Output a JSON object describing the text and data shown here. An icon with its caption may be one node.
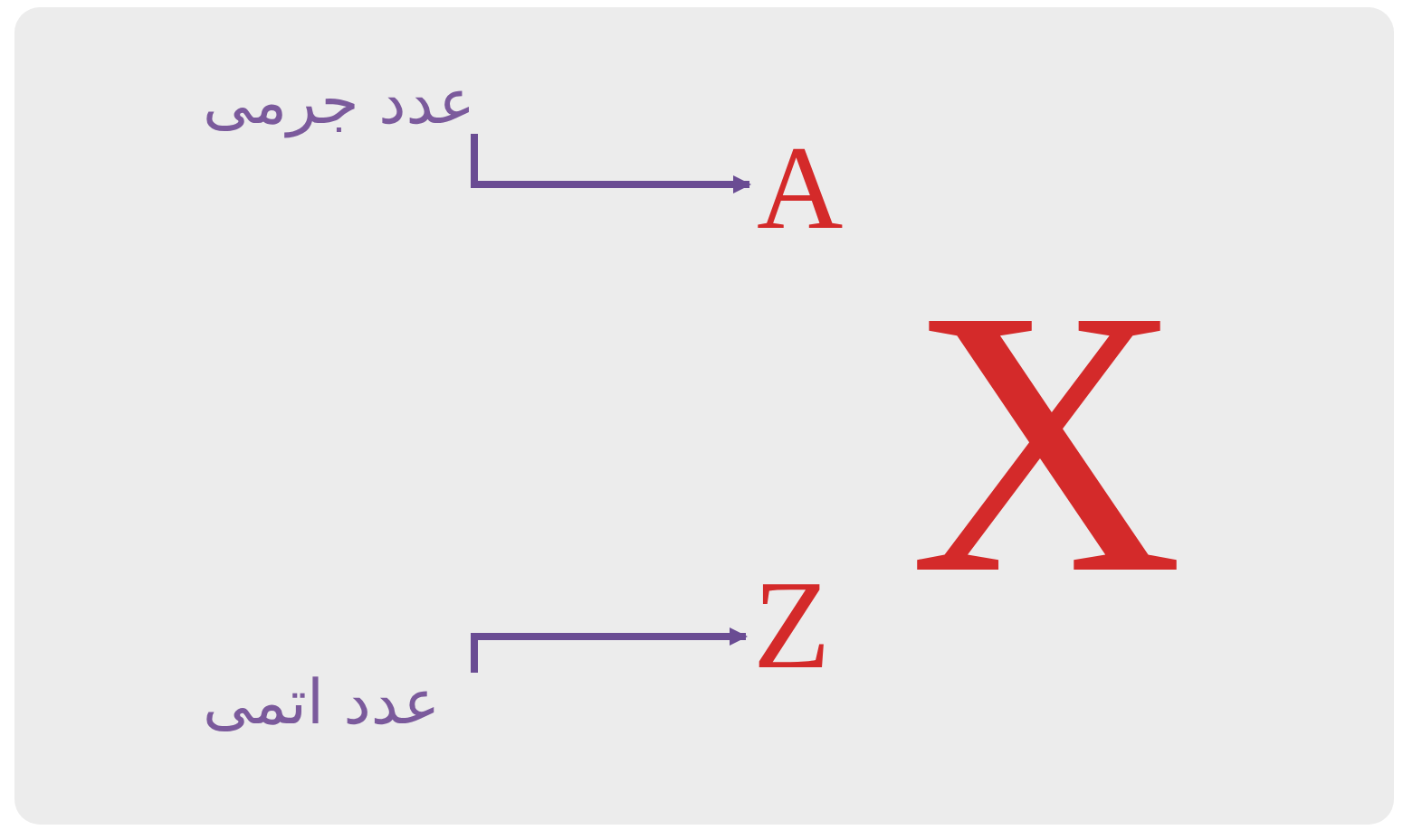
{
  "diagram": {
    "nodes": [
      {
        "text": [
          "عدد جرمی"
        ]
      },
      {
        "text": [
          "A"
        ]
      },
      {
        "text": [
          "X"
        ]
      },
      {
        "text": [
          "Z"
        ]
      },
      {
        "text": [
          "عدد اتمی"
        ]
      }
    ],
    "edges": [
      {
        "from": 0,
        "to": 1,
        "arrow": "to"
      },
      {
        "from": 4,
        "to": 3,
        "arrow": "to"
      }
    ]
  }
}
